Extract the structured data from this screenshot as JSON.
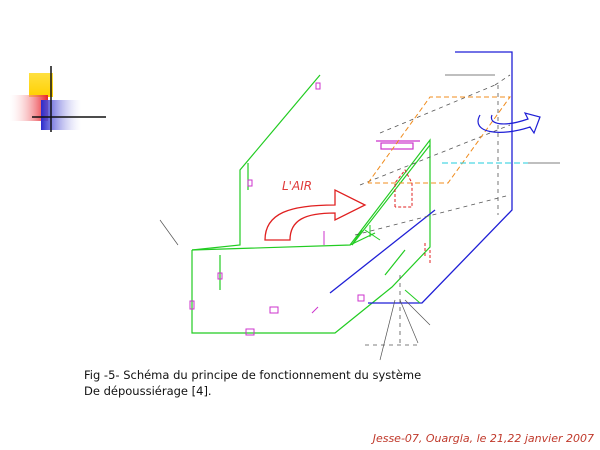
{
  "diagram": {
    "air_label": "L'AIR",
    "colors": {
      "green": "#22cc22",
      "blue": "#1f1fd6",
      "orange": "#f08c1e",
      "red": "#e02020",
      "magenta": "#cc33cc",
      "cyan": "#22ccdd",
      "gray": "#555555",
      "label_red": "#e03a3a"
    }
  },
  "caption": {
    "line1": "Fig -5- Schéma du principe de fonctionnement  du système",
    "line2": "De dépoussiérage [4]."
  },
  "footer": {
    "text": "Jesse-07, Ouargla, le 21,22 janvier 2007"
  }
}
